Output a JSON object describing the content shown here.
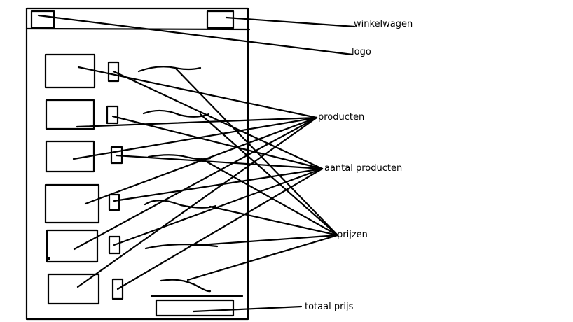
{
  "labels": {
    "cart": "winkelwagen",
    "logo": "logo",
    "products": "producten",
    "quantity": "aantal producten",
    "prices": "prijzen",
    "total": "totaal prijs"
  },
  "colors": {
    "stroke": "#000000",
    "background": "#ffffff"
  },
  "product_rows": 6
}
